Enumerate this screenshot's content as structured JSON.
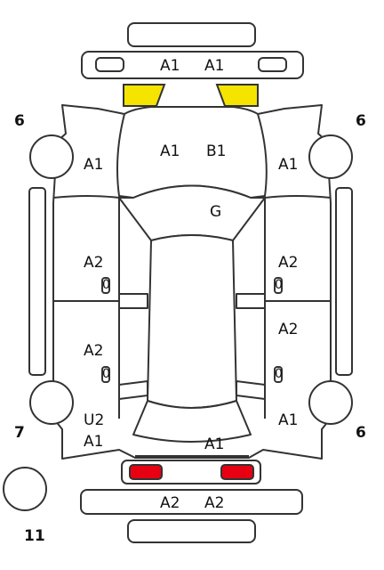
{
  "colors": {
    "outline": "#333333",
    "headlight_marked": "#f4e400",
    "taillight_marked": "#e60012",
    "background": "#ffffff"
  },
  "panel_numbers": {
    "front_left": "6",
    "front_right": "6",
    "rear_left": "7",
    "rear_right": "6",
    "spare": "11"
  },
  "front_bumper": {
    "codes": [
      "A1",
      "A1"
    ]
  },
  "hood": {
    "codes": [
      "A1",
      "B1"
    ]
  },
  "roof": {
    "code": "G"
  },
  "front_fender": {
    "left": "A1",
    "right": "A1"
  },
  "front_door": {
    "left": "A2",
    "right": "A2"
  },
  "front_handle": {
    "left": "0",
    "right": "0"
  },
  "rear_door": {
    "left": "A2",
    "right": "A2"
  },
  "rear_handle": {
    "left": "0",
    "right": "0"
  },
  "rear_quarter": {
    "left_top": "U2",
    "left_bottom": "A1",
    "right": "A1"
  },
  "trunk": {
    "code": "A1"
  },
  "rear_bumper": {
    "codes": [
      "A2",
      "A2"
    ]
  }
}
